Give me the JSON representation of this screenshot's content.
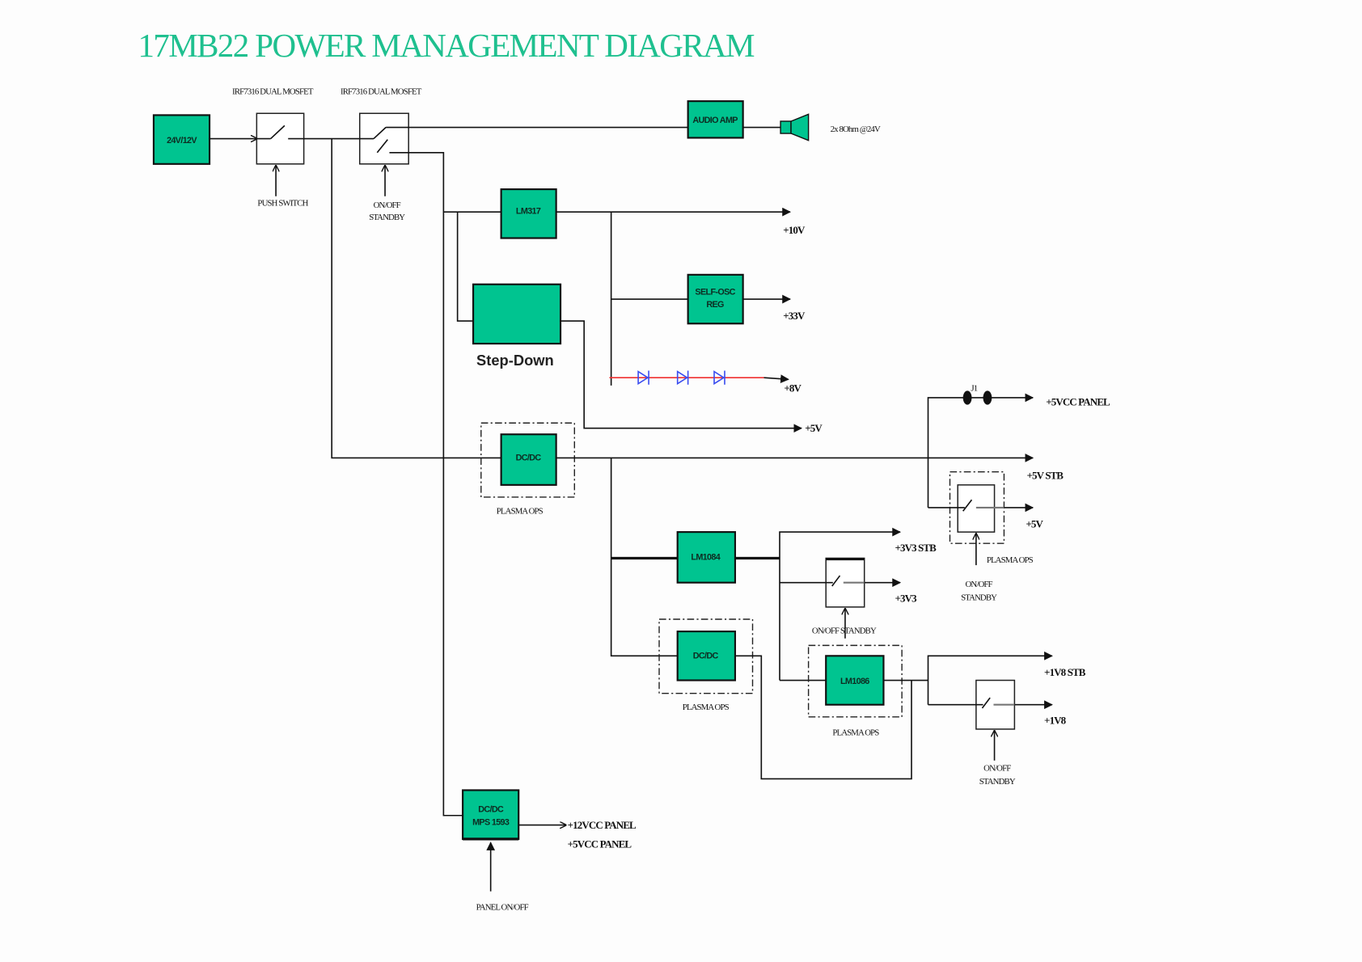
{
  "title": "17MB22 POWER MANAGEMENT DIAGRAM",
  "colors": {
    "title": "#1fc08f",
    "block_fill": "#00c490",
    "diode": "#3a4df0",
    "diode_wire": "#f03030"
  },
  "mosfets": {
    "first_label": "IRF7316 DUAL MOSFET",
    "second_label": "IRF7316 DUAL MOSFET"
  },
  "blocks": {
    "input": "24V/12V",
    "audio_amp": "AUDIO AMP",
    "lm317": "LM317",
    "self_osc_line1": "SELF-OSC",
    "self_osc_line2": "REG",
    "step_down": "Step-Down",
    "dcdc_main": "DC/DC",
    "lm1084": "LM1084",
    "dcdc_lower": "DC/DC",
    "lm1086": "LM1086",
    "dcdc_panel_line1": "DC/DC",
    "dcdc_panel_line2": "MPS 1593"
  },
  "controls": {
    "push_switch": "PUSH SWITCH",
    "onoff_standby_1_line1": "ON/OFF",
    "onoff_standby_1_line2": "STANDBY",
    "onoff_standby_3v3": "ON/OFF STANDBY",
    "onoff_standby_5v_line1": "ON/OFF",
    "onoff_standby_5v_line2": "STANDBY",
    "onoff_standby_1v8_line1": "ON/OFF",
    "onoff_standby_1v8_line2": "STANDBY",
    "panel_onoff": "PANEL ON/OFF"
  },
  "group_labels": {
    "plasma_ops_main": "PLASMA OPS",
    "plasma_ops_dcdc_lower": "PLASMA OPS",
    "plasma_ops_lm1086": "PLASMA OPS",
    "plasma_ops_5v_switch": "PLASMA OPS"
  },
  "speaker_label": "2x 8Ohm @24V",
  "connector_label": "J1",
  "outputs": {
    "v10": "+10V",
    "v33": "+33V",
    "v8": "+8V",
    "v5_stepdown": "+5V",
    "v5_vcc_panel": "+5VCC PANEL",
    "v5_stb": "+5V STB",
    "v5_switched": "+5V",
    "v3v3_stb": "+3V3 STB",
    "v3v3": "+3V3",
    "v1v8_stb": "+1V8 STB",
    "v1v8": "+1V8",
    "v12_vcc_panel": "+12VCC PANEL",
    "v5_vcc_panel_2": "+5VCC PANEL"
  }
}
